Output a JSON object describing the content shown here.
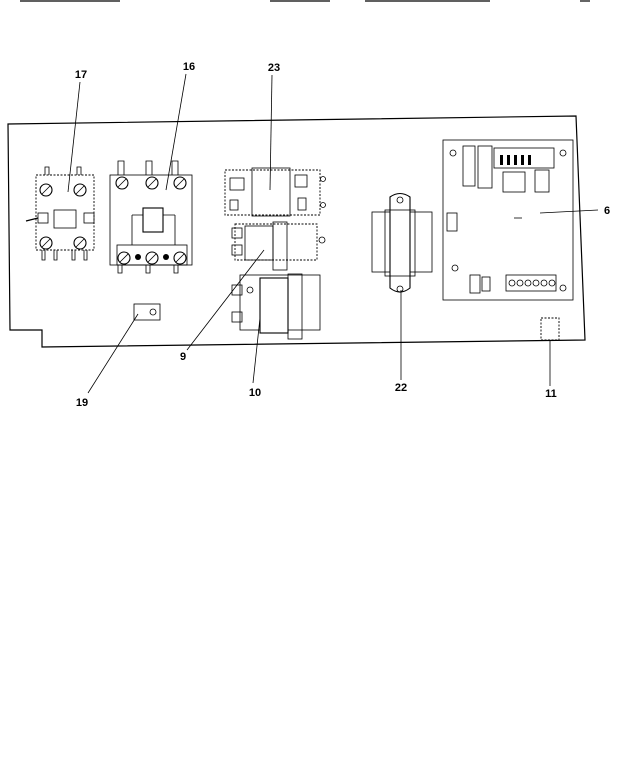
{
  "labels": {
    "p17": "17",
    "p16": "16",
    "p23": "23",
    "p6": "6",
    "p9": "9",
    "p10": "10",
    "p22": "22",
    "p11": "11",
    "p19": "19"
  }
}
